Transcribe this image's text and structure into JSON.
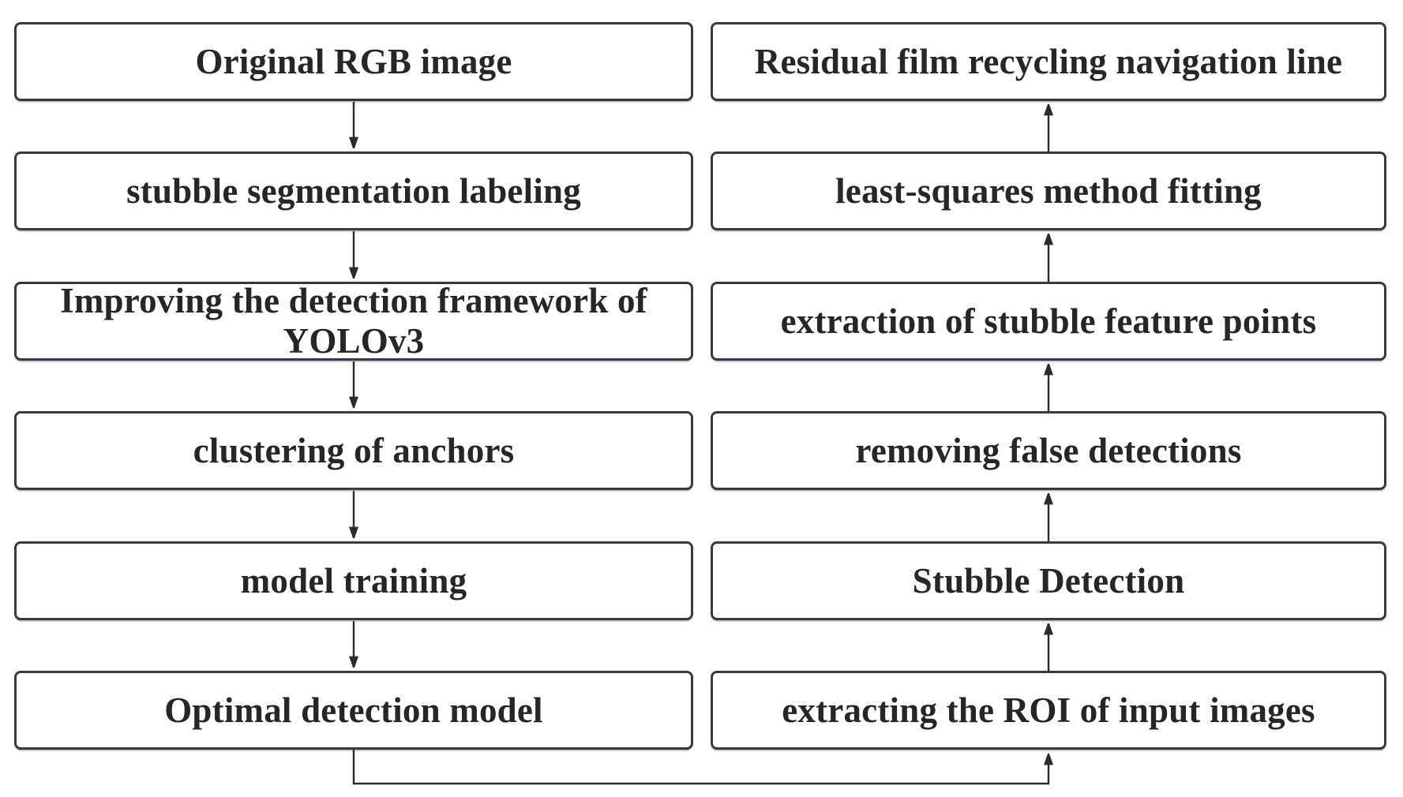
{
  "diagram": {
    "type": "flowchart",
    "left_column": [
      {
        "label": "Original RGB image"
      },
      {
        "label": "stubble segmentation labeling"
      },
      {
        "label": "Improving the detection framework of YOLOv3"
      },
      {
        "label": "clustering of anchors"
      },
      {
        "label": "model training"
      },
      {
        "label": "Optimal detection model"
      }
    ],
    "right_column": [
      {
        "label": "Residual film recycling navigation line"
      },
      {
        "label": "least-squares method fitting"
      },
      {
        "label": "extraction of stubble feature points"
      },
      {
        "label": "removing false detections"
      },
      {
        "label": "Stubble Detection"
      },
      {
        "label": "extracting the ROI of input images"
      }
    ],
    "flow": {
      "left_column_direction": "down",
      "right_column_direction": "up",
      "edges": [
        {
          "from": "Original RGB image",
          "to": "stubble segmentation labeling"
        },
        {
          "from": "stubble segmentation labeling",
          "to": "Improving the detection framework of YOLOv3"
        },
        {
          "from": "Improving the detection framework of YOLOv3",
          "to": "clustering of anchors"
        },
        {
          "from": "clustering of anchors",
          "to": "model training"
        },
        {
          "from": "model training",
          "to": "Optimal detection model"
        },
        {
          "from": "Optimal detection model",
          "to": "extracting the ROI of input images"
        },
        {
          "from": "extracting the ROI of input images",
          "to": "Stubble Detection"
        },
        {
          "from": "Stubble Detection",
          "to": "removing false detections"
        },
        {
          "from": "removing false detections",
          "to": "extraction of stubble feature points"
        },
        {
          "from": "extraction of stubble feature points",
          "to": "least-squares method fitting"
        },
        {
          "from": "least-squares method fitting",
          "to": "Residual film recycling navigation line"
        }
      ]
    },
    "colors": {
      "box_border": "#353b43",
      "box_fill": "#ffffff",
      "arrow_line": "#2b2b2b",
      "text": "#262626",
      "background": "#ffffff"
    }
  }
}
